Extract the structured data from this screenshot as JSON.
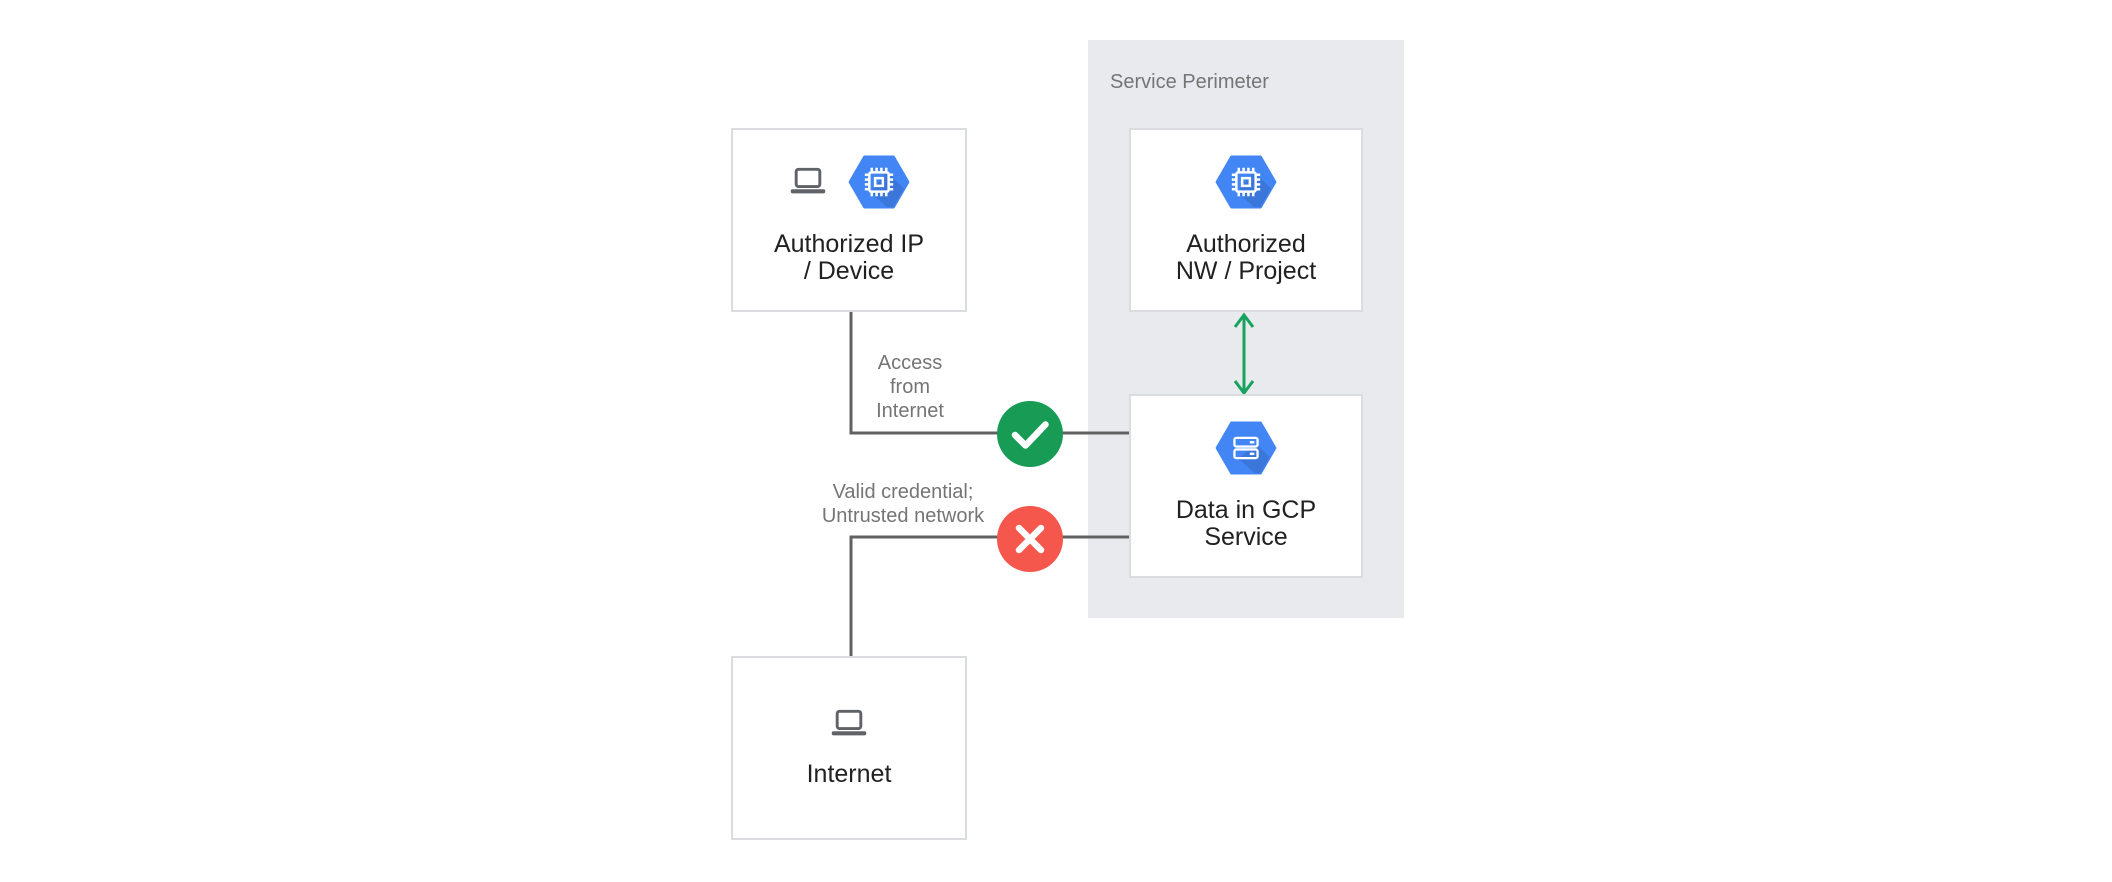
{
  "diagram": {
    "perimeter": {
      "label": "Service Perimeter"
    },
    "nodes": {
      "authorized_ip_device": {
        "lines": [
          "Authorized IP",
          "/ Device"
        ],
        "icons": [
          "laptop-icon",
          "gcp-compute-hexagon-icon"
        ]
      },
      "authorized_nw_project": {
        "lines": [
          "Authorized",
          "NW / Project"
        ],
        "icons": [
          "gcp-compute-hexagon-icon"
        ]
      },
      "data_in_gcp_service": {
        "lines": [
          "Data in GCP",
          "Service"
        ],
        "icons": [
          "gcp-storage-hexagon-icon"
        ]
      },
      "internet": {
        "lines": [
          "Internet"
        ],
        "icons": [
          "laptop-icon"
        ]
      }
    },
    "edges": {
      "access_from_internet": {
        "lines": [
          "Access",
          "from",
          "Internet"
        ],
        "status": "allowed",
        "status_icon": "check-icon"
      },
      "valid_credential_untrusted_network": {
        "lines": [
          "Valid credential;",
          "Untrusted network"
        ],
        "status": "denied",
        "status_icon": "cross-icon"
      },
      "nw_project_to_data": {
        "status": "bidirectional",
        "icon": "double-arrow-icon"
      }
    },
    "colors": {
      "allowed_green": "#189C55",
      "denied_red": "#F5574C",
      "gcp_blue": "#4285F4",
      "perimeter_bg": "#E8EAED",
      "connector_gray": "#616161",
      "arrow_green": "#17A35E",
      "muted_text_gray": "#757575",
      "node_text": "#212121",
      "device_icon_gray": "#5F6368",
      "node_border": "#DADCE0"
    }
  }
}
